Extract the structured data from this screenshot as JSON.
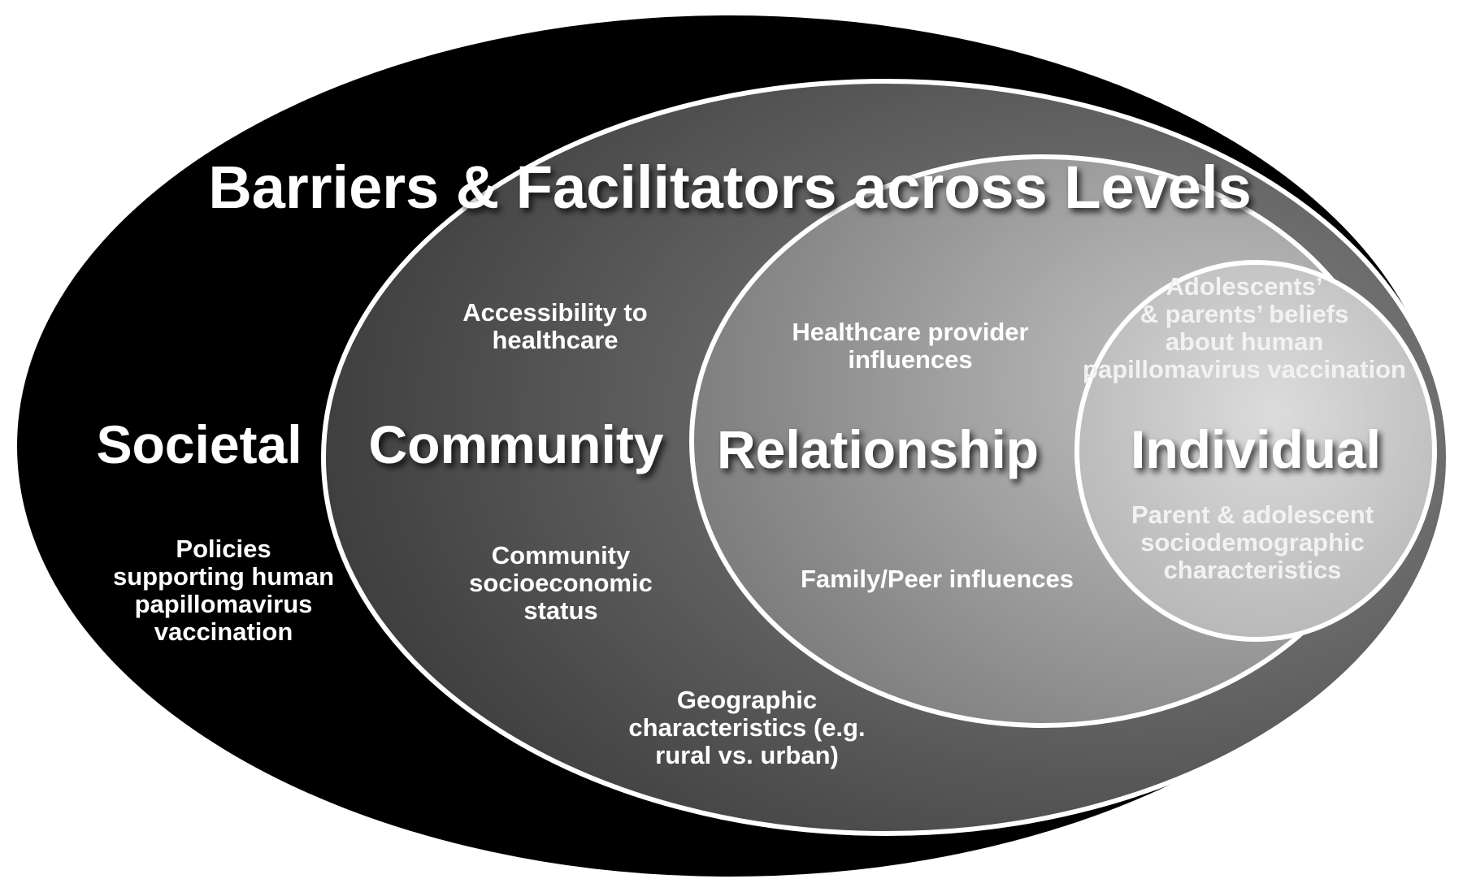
{
  "title": "Barriers & Facilitators across Levels",
  "levels": {
    "societal": {
      "name": "Societal",
      "notes": [
        [
          "Policies",
          "supporting human",
          "papillomavirus",
          "vaccination"
        ]
      ]
    },
    "community": {
      "name": "Community",
      "notes": [
        [
          "Accessibility to",
          "healthcare"
        ],
        [
          "Community",
          "socioeconomic",
          "status"
        ],
        [
          "Geographic",
          "characteristics (e.g.",
          "rural vs. urban)"
        ]
      ]
    },
    "relationship": {
      "name": "Relationship",
      "notes": [
        [
          "Healthcare provider",
          "influences"
        ],
        [
          "Family/Peer influences"
        ]
      ]
    },
    "individual": {
      "name": "Individual",
      "notes": [
        [
          "Adolescents’",
          "& parents’ beliefs",
          "about human",
          "papillomavirus vaccination"
        ],
        [
          "Parent & adolescent",
          "sociodemographic",
          "characteristics"
        ]
      ]
    }
  },
  "colors": {
    "societal": "#000000",
    "community_inner": "#8a8a8a",
    "community_outer": "#3c3c3c",
    "relationship_inner": "#c4c4c4",
    "relationship_outer": "#7a7a7a",
    "individual_inner": "#dcdcdc",
    "individual_outer": "#b3b3b3",
    "outline": "#ffffff"
  }
}
